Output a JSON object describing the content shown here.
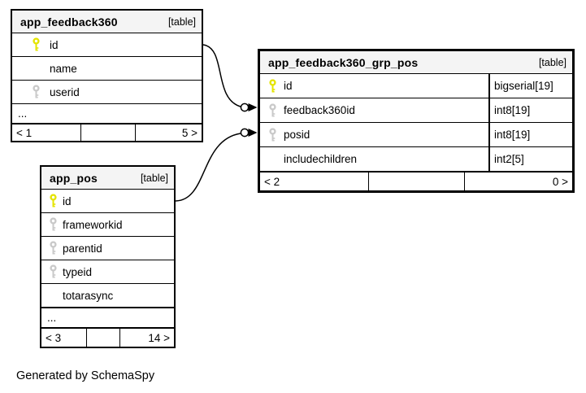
{
  "diagram": {
    "note": "Generated by SchemaSpy"
  },
  "colors": {
    "primary_key": "#e4e400",
    "foreign_key": "#c9c9c9",
    "header_bg": "#f4f4f4",
    "border": "#000000"
  },
  "tables": [
    {
      "name": "app_feedback360",
      "type_label": "[table]",
      "columns": [
        {
          "name": "id",
          "key": "primary"
        },
        {
          "name": "name",
          "key": "none"
        },
        {
          "name": "userid",
          "key": "foreign"
        }
      ],
      "ellipsis": "...",
      "footer": {
        "left": "< 1",
        "middle": "",
        "right": "5 >"
      }
    },
    {
      "name": "app_feedback360_grp_pos",
      "type_label": "[table]",
      "columns": [
        {
          "name": "id",
          "type": "bigserial[19]",
          "key": "primary"
        },
        {
          "name": "feedback360id",
          "type": "int8[19]",
          "key": "foreign"
        },
        {
          "name": "posid",
          "type": "int8[19]",
          "key": "foreign"
        },
        {
          "name": "includechildren",
          "type": "int2[5]",
          "key": "none"
        }
      ],
      "footer": {
        "left": "< 2",
        "middle": "",
        "right": "0 >"
      }
    },
    {
      "name": "app_pos",
      "type_label": "[table]",
      "columns": [
        {
          "name": "id",
          "key": "primary"
        },
        {
          "name": "frameworkid",
          "key": "foreign"
        },
        {
          "name": "parentid",
          "key": "foreign"
        },
        {
          "name": "typeid",
          "key": "foreign"
        },
        {
          "name": "totarasync",
          "key": "none"
        }
      ],
      "ellipsis": "...",
      "footer": {
        "left": "< 3",
        "middle": "",
        "right": "14 >"
      }
    }
  ]
}
